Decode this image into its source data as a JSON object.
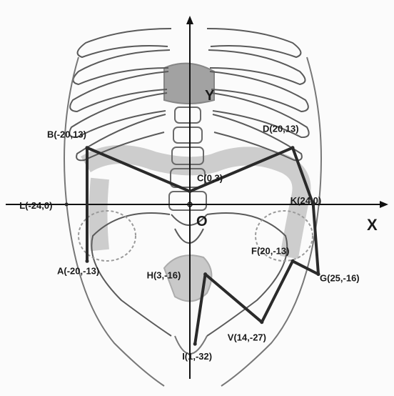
{
  "axis_labels": {
    "x": "X",
    "y": "Y",
    "origin": "O"
  },
  "points": [
    {
      "id": "A",
      "text": "A(-20,-13)",
      "x": -20,
      "y": -13
    },
    {
      "id": "B",
      "text": "B(-20,13)",
      "x": -20,
      "y": 13
    },
    {
      "id": "C",
      "text": "C(0,3)",
      "x": 0,
      "y": 3
    },
    {
      "id": "D",
      "text": "D(20,13)",
      "x": 20,
      "y": 13
    },
    {
      "id": "K",
      "text": "K(24,0)",
      "x": 24,
      "y": 0
    },
    {
      "id": "G",
      "text": "G(25,-16)",
      "x": 25,
      "y": -16
    },
    {
      "id": "F",
      "text": "F(20,-13)",
      "x": 20,
      "y": -13
    },
    {
      "id": "V",
      "text": "V(14,-27)",
      "x": 14,
      "y": -27
    },
    {
      "id": "H",
      "text": "H(3,-16)",
      "x": 3,
      "y": -16
    },
    {
      "id": "I",
      "text": "I(1,-32)",
      "x": 1,
      "y": -32
    },
    {
      "id": "L",
      "text": "L(-24,0)",
      "x": -24,
      "y": 0
    }
  ],
  "path_order": [
    "A",
    "B",
    "C",
    "D",
    "K",
    "G",
    "F",
    "V",
    "H",
    "I"
  ],
  "colors": {
    "stroke": "#2a2a2a",
    "shade": "#b9b9b9",
    "bone": "#5a5a5a"
  }
}
